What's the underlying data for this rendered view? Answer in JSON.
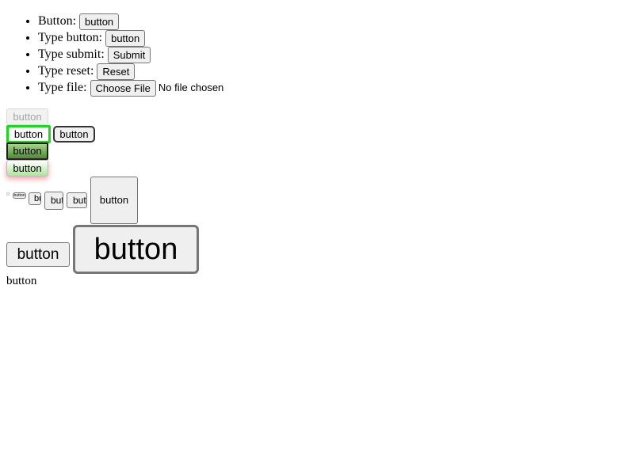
{
  "list": {
    "button_label": "Button:",
    "button_text": "button",
    "type_button_label": "Type button:",
    "type_button_text": "button",
    "type_submit_label": "Type submit:",
    "type_submit_text": "Submit",
    "type_reset_label": "Type reset:",
    "type_reset_text": "Reset",
    "type_file_label": "Type file:",
    "type_file_text": "Choose File",
    "file_status": "No file chosen"
  },
  "styled": {
    "disabled_text": "button",
    "green_border_text": "button",
    "rounded_text": "button",
    "gradient_text": "button",
    "shadow_text": "button"
  },
  "sizes": {
    "tiny1_text": "button",
    "tiny2_text": "button",
    "tiny3_text": "button",
    "tiny4_text": "button",
    "tiny5_text": "button",
    "square_text": "button",
    "medium_text": "button",
    "large_text": "button"
  },
  "plain_text": "button",
  "colors": {
    "button_bg": "#efefef",
    "button_border": "#767676",
    "green_border": "#21d521",
    "gradient_top": "#a6d58a",
    "gradient_bottom": "#4f8a38",
    "shadow": "#ff5050"
  }
}
